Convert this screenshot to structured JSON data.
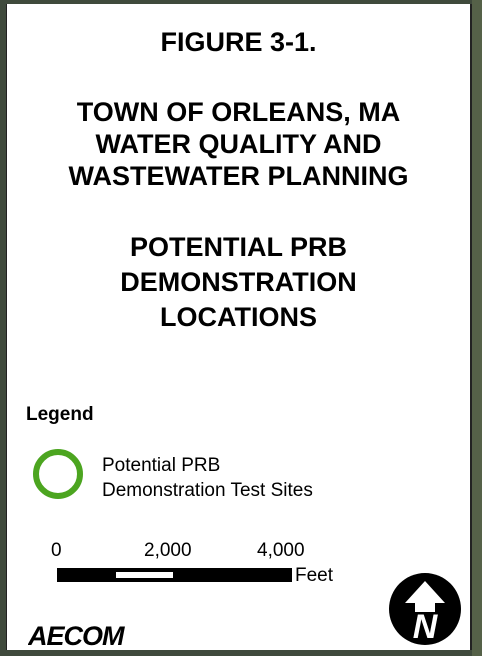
{
  "figure_label": "FIGURE 3-1.",
  "subtitle_lines": [
    "TOWN OF ORLEANS, MA",
    "WATER QUALITY AND",
    "WASTEWATER PLANNING"
  ],
  "map_title_lines": [
    "POTENTIAL PRB",
    "DEMONSTRATION",
    "LOCATIONS"
  ],
  "legend": {
    "heading": "Legend",
    "items": [
      {
        "label_lines": [
          "Potential PRB",
          "Demonstration Test Sites"
        ],
        "symbol": "circle",
        "color": "#4ca520"
      }
    ]
  },
  "scale_bar": {
    "tick_labels": [
      "0",
      "2,000",
      "4,000"
    ],
    "unit": "Feet"
  },
  "north_arrow": {
    "letter": "N",
    "icon": "north-arrow-icon"
  },
  "logo": {
    "text": "AECOM",
    "icon": "aecom-logo"
  }
}
